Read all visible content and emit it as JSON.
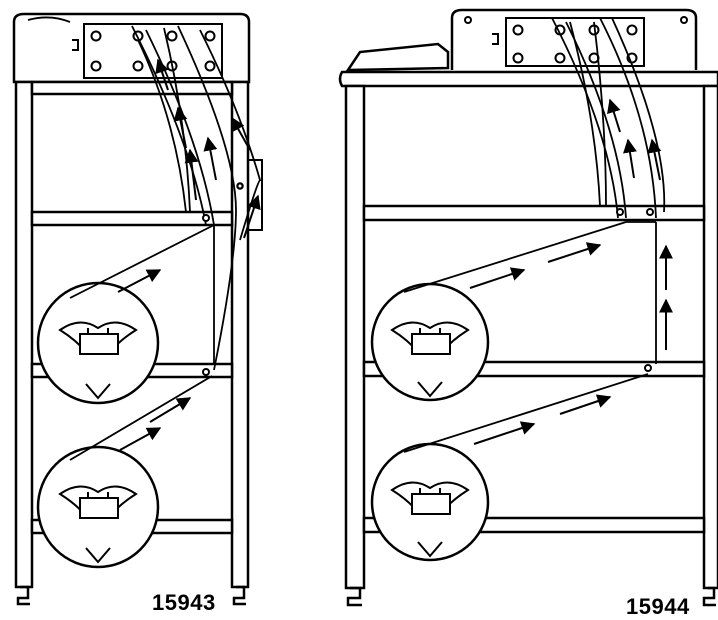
{
  "figures": [
    {
      "id": "left",
      "label": "15943"
    },
    {
      "id": "right",
      "label": "15944"
    }
  ],
  "colors": {
    "line": "#000000",
    "background": "#ffffff"
  }
}
